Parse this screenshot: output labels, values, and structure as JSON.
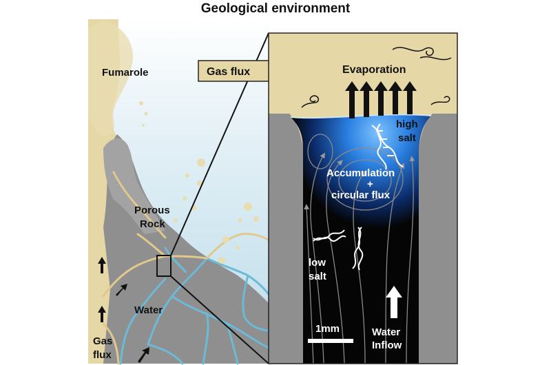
{
  "title": "Geological environment",
  "labels": {
    "fumarole": "Fumarole",
    "gas_flux_arrow": "Gas flux",
    "porous_rock_line1": "Porous",
    "porous_rock_line2": "Rock",
    "water": "Water",
    "gas_flux_bottom_line1": "Gas",
    "gas_flux_bottom_line2": "flux",
    "evaporation": "Evaporation",
    "high_salt_line1": "high",
    "high_salt_line2": "salt",
    "accumulation_line1": "Accumulation",
    "accumulation_line2": "+",
    "accumulation_line3": "circular flux",
    "low_salt_line1": "low",
    "low_salt_line2": "salt",
    "scale_bar": "1mm",
    "water_inflow_line1": "Water",
    "water_inflow_line2": "Inflow"
  },
  "colors": {
    "sand": "#e6d7a6",
    "rock": "#8f8f8f",
    "rock_dark": "#6f6f6f",
    "sky": "#cfe6f1",
    "vein_water": "#6bbad8",
    "vein_gas": "#e0c98c",
    "channel_black": "#050505",
    "channel_blue": "#2a7fe0",
    "text_dark": "#111111",
    "text_light": "#ffffff"
  },
  "icons": [
    "dna-icon",
    "up-arrow-icon",
    "swirl-icon",
    "bubble-icon"
  ]
}
